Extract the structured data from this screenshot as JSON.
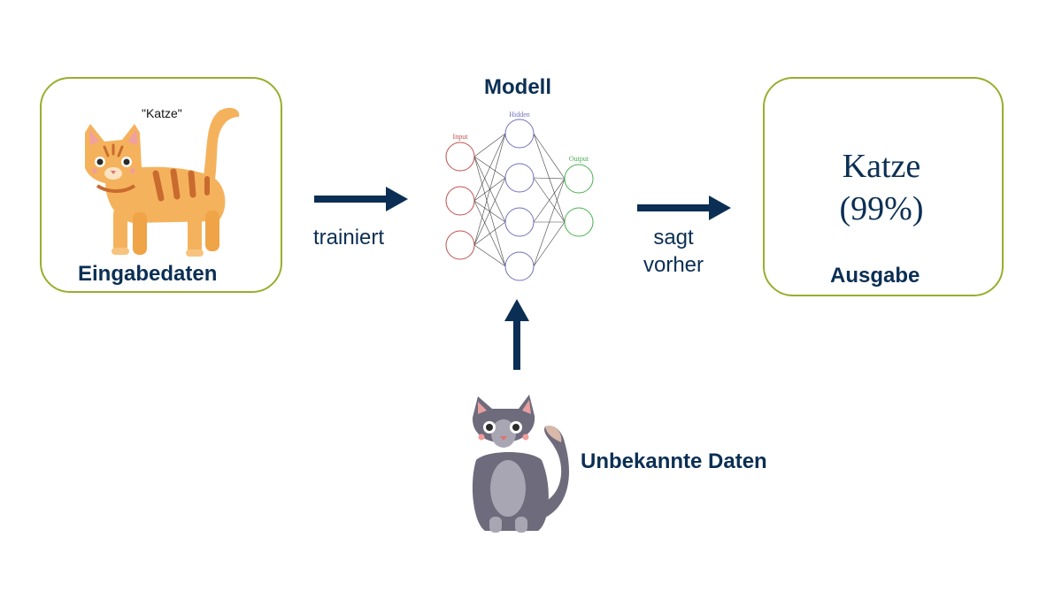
{
  "input": {
    "label": "Eingabedaten",
    "tag": "\"Katze\""
  },
  "arrow_train": {
    "label": "trainiert"
  },
  "model": {
    "title": "Modell",
    "layer_labels": {
      "input": "Input",
      "hidden": "Hidden",
      "output": "Output"
    }
  },
  "arrow_predict": {
    "label_line1": "sagt",
    "label_line2": "vorher"
  },
  "output": {
    "class": "Katze",
    "confidence": "(99%)",
    "label": "Ausgabe"
  },
  "unknown": {
    "label": "Unbekannte Daten"
  },
  "colors": {
    "box_border": "#9aad2e",
    "dark_navy": "#0b2f54",
    "orange_cat": "#f5b25c",
    "gray_cat": "#6e6b7c",
    "nn_input": "#c0504d",
    "nn_hidden": "#7070c0",
    "nn_output": "#4caf50"
  },
  "icons": [
    "orange-cat-illustration",
    "gray-cat-illustration",
    "neural-network-icon",
    "right-arrow-icon",
    "up-arrow-icon"
  ]
}
